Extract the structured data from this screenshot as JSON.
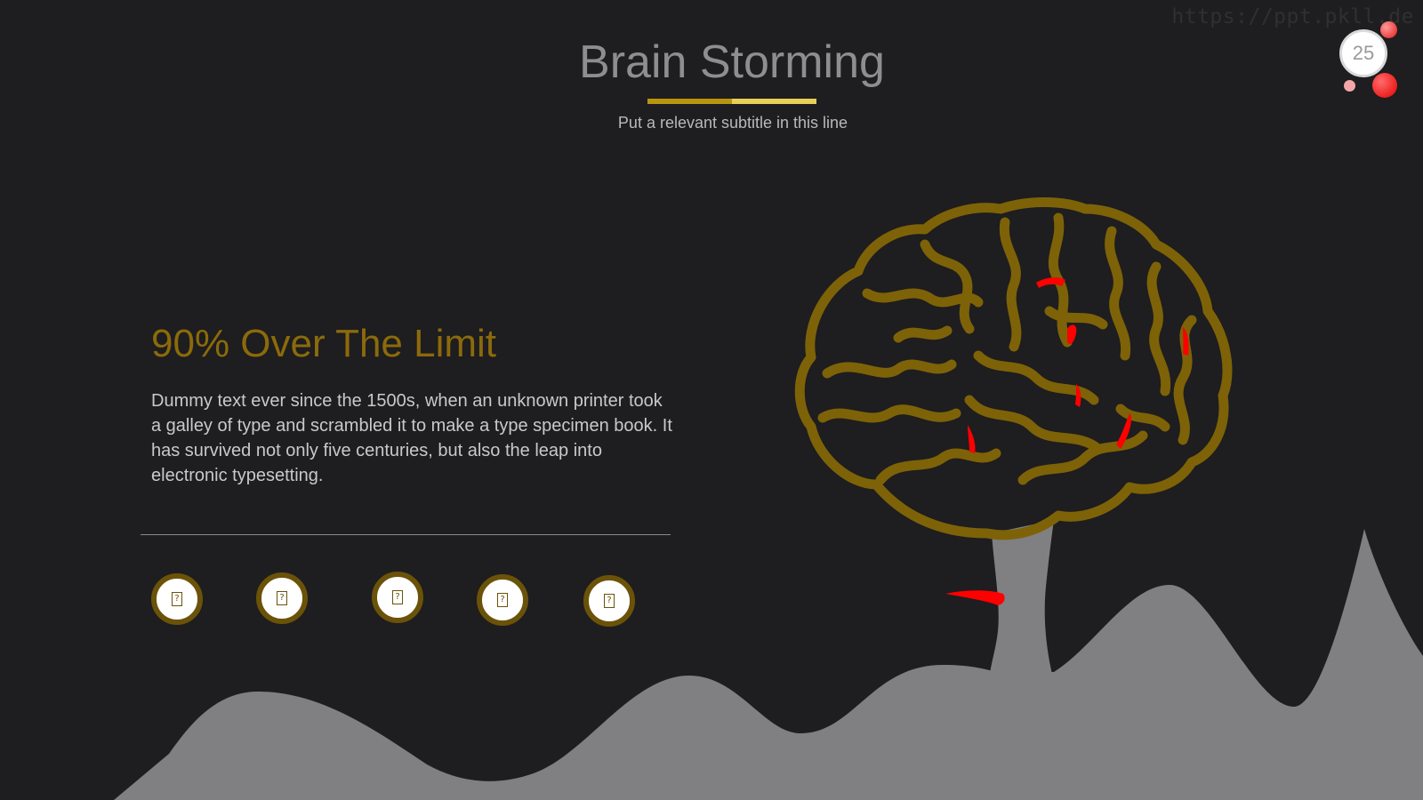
{
  "slide": {
    "watermark": "https://ppt.pkll.de",
    "title": "Brain Storming",
    "subtitle": "Put a relevant subtitle in this line",
    "page_number": "25",
    "headline": "90% Over The Limit",
    "body": "Dummy text ever since the 1500s, when an unknown printer took a galley of type and scrambled it to make a type specimen book. It has survived not only five centuries, but also the leap into electronic typesetting.",
    "icons": [
      {
        "name": "missing-glyph-icon",
        "glyph": "?"
      },
      {
        "name": "missing-glyph-icon",
        "glyph": "?"
      },
      {
        "name": "missing-glyph-icon",
        "glyph": "?"
      },
      {
        "name": "missing-glyph-icon",
        "glyph": "?"
      },
      {
        "name": "missing-glyph-icon",
        "glyph": "?"
      }
    ]
  },
  "colors": {
    "background": "#1e1d1f",
    "title": "#8e8e8e",
    "accent_gold": "#8b6a0b",
    "bar_dark": "#b8940f",
    "bar_light": "#e9cf57",
    "mountains": "#807f82",
    "highlight_red": "#ff0000"
  }
}
